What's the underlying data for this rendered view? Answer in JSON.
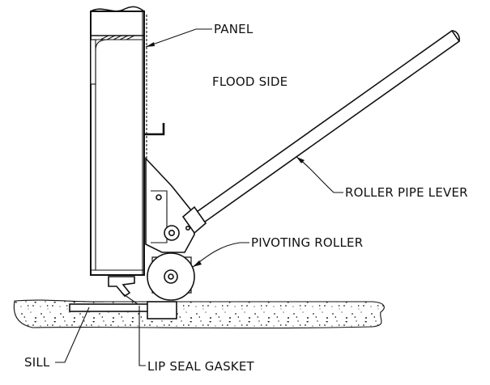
{
  "labels": {
    "panel": "PANEL",
    "flood_side": "FLOOD SIDE",
    "roller_pipe_lever": "ROLLER PIPE LEVER",
    "pivoting_roller": "PIVOTING ROLLER",
    "sill": "SILL",
    "lip_seal_gasket": "LIP SEAL GASKET"
  },
  "colors": {
    "line": "#111111",
    "background": "#ffffff"
  }
}
